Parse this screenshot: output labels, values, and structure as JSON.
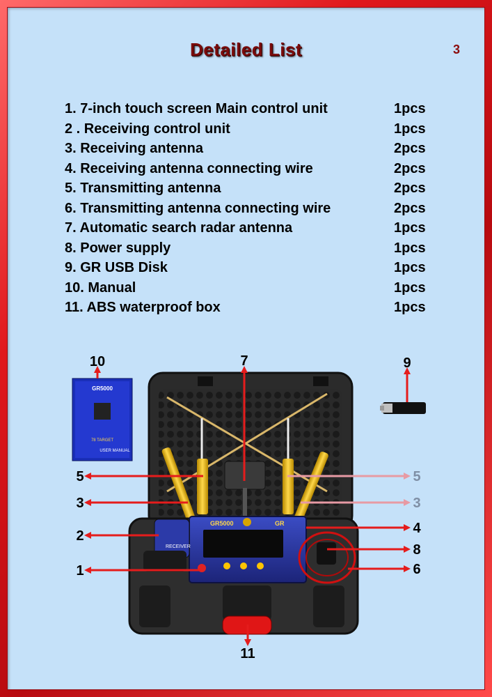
{
  "page": {
    "title": "Detailed List",
    "page_number": "3"
  },
  "items": [
    {
      "label": "1.  7-inch touch screen Main control unit",
      "qty": "1pcs"
    },
    {
      "label": "2 . Receiving control unit",
      "qty": "1pcs"
    },
    {
      "label": "3.  Receiving antenna",
      "qty": "2pcs"
    },
    {
      "label": "4.  Receiving antenna connecting wire",
      "qty": "2pcs"
    },
    {
      "label": "5.  Transmitting antenna",
      "qty": "2pcs"
    },
    {
      "label": "6.  Transmitting antenna connecting wire",
      "qty": "2pcs"
    },
    {
      "label": "7.  Automatic search radar antenna",
      "qty": "1pcs"
    },
    {
      "label": "8.  Power supply",
      "qty": "1pcs"
    },
    {
      "label": "9.  GR USB Disk",
      "qty": "1pcs"
    },
    {
      "label": "10.  Manual",
      "qty": "1pcs"
    },
    {
      "label": "11. ABS waterproof box",
      "qty": "1pcs"
    }
  ],
  "callouts": {
    "c1": "1",
    "c2": "2",
    "c3_left": "3",
    "c3_right": "3",
    "c4": "4",
    "c5_left": "5",
    "c5_right": "5",
    "c6": "6",
    "c7": "7",
    "c8": "8",
    "c9": "9",
    "c10": "10",
    "c11": "11"
  },
  "device": {
    "model": "GR5000",
    "brand": "GR",
    "receiver_label": "RECEIVER"
  },
  "manual": {
    "title": "GR5000",
    "tag": "78 TARGET",
    "text": "USER MANUAL"
  },
  "colors": {
    "frame": "#d0141a",
    "page_bg": "#c5e1f9",
    "title": "#7a0b0b",
    "arrow": "#e51c1c",
    "arrow_faded": "#e79aa4",
    "antenna": "#f2c200"
  }
}
